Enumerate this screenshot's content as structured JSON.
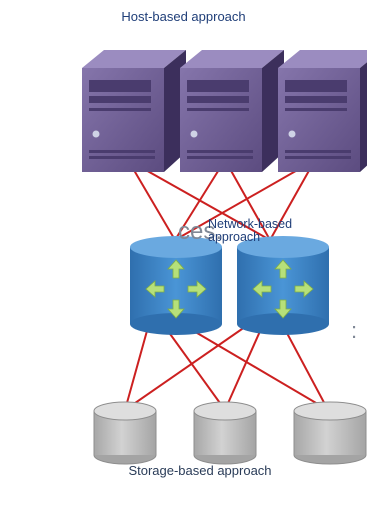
{
  "labels": {
    "host": "Host-based approach",
    "network": "Network-based\napproach",
    "storage": "Storage-based approach"
  },
  "background_text": {
    "fragment_1": "ces.",
    "fragment_2": ":"
  },
  "icons": {
    "servers": [
      "server-icon",
      "server-icon",
      "server-icon"
    ],
    "routers": [
      "router-icon",
      "router-icon"
    ],
    "storage": [
      "storage-disk-icon",
      "storage-disk-icon",
      "storage-disk-icon"
    ]
  },
  "colors": {
    "label_text": "#1f3e78",
    "connection_line": "#cc2020",
    "server_front": "#6e5d93",
    "server_side": "#3c2f5c",
    "server_top": "#9b8cc0",
    "router_body": "#3d86c9",
    "router_arrows": "#b6e07a",
    "storage_body": "#c4c4c4"
  }
}
